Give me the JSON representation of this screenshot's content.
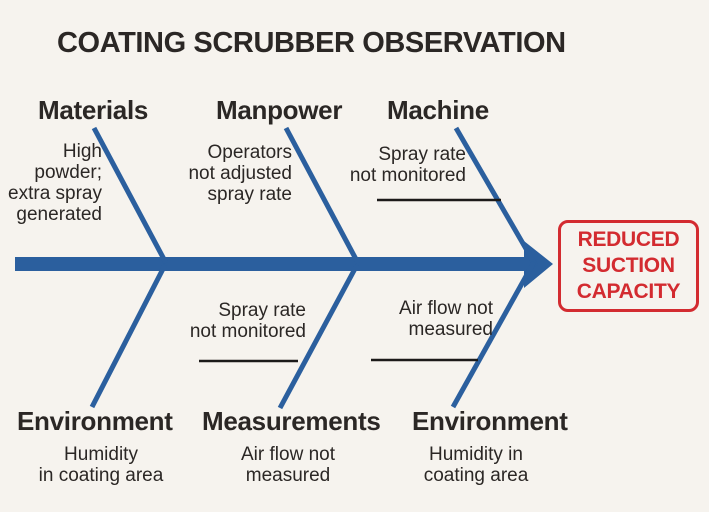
{
  "title": "COATING SCRUBBER OBSERVATION",
  "colors": {
    "background": "#f6f3ee",
    "line_blue": "#2b5f9e",
    "text_dark": "#2b2725",
    "underline_black": "#1c1a19",
    "effect_red": "#d32b30"
  },
  "branches": {
    "top": [
      {
        "label": "Materials",
        "cause": "High\npowder;\nextra spray\ngenerated"
      },
      {
        "label": "Manpower",
        "cause": "Operators\nnot adjusted\nspray rate"
      },
      {
        "label": "Machine",
        "cause": "Spray rate\nnot monitored"
      }
    ],
    "bottom": [
      {
        "label": "Environment",
        "branch_cause": "",
        "footer_cause": "Humidity\nin coating area"
      },
      {
        "label": "Measurements",
        "branch_cause": "Spray rate\nnot monitored",
        "footer_cause": "Air flow not\nmeasured"
      },
      {
        "label": "Environment",
        "branch_cause": "Air flow not\nmeasured",
        "footer_cause": "Humidity in\ncoating area"
      }
    ]
  },
  "effect": {
    "label": "REDUCED\nSUCTION\nCAPACITY"
  }
}
